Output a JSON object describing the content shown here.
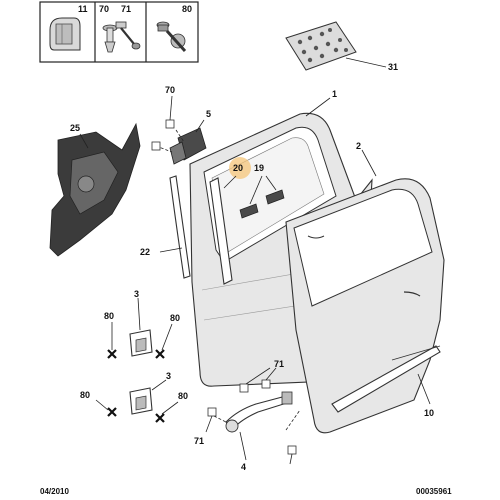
{
  "header_table": {
    "cells": [
      {
        "ref": "11",
        "icon": "plastic-clip-icon"
      },
      {
        "ref": "70",
        "icon": "push-rivet-icon"
      },
      {
        "ref": "71",
        "icon": "plug-icon"
      },
      {
        "ref": "80",
        "icon": "bolt-icon"
      }
    ]
  },
  "callouts": {
    "c1": "1",
    "c2": "2",
    "c3a": "3",
    "c3b": "3",
    "c4": "4",
    "c5": "5",
    "c10": "10",
    "c19": "19",
    "c20": "20",
    "c22": "22",
    "c25": "25",
    "c31": "31",
    "c70": "70",
    "c71a": "71",
    "c71b": "71",
    "c80a": "80",
    "c80b": "80",
    "c80c": "80",
    "c80d": "80"
  },
  "highlight_ref": "20",
  "footer": {
    "date": "04/2010",
    "code": "00035961"
  }
}
